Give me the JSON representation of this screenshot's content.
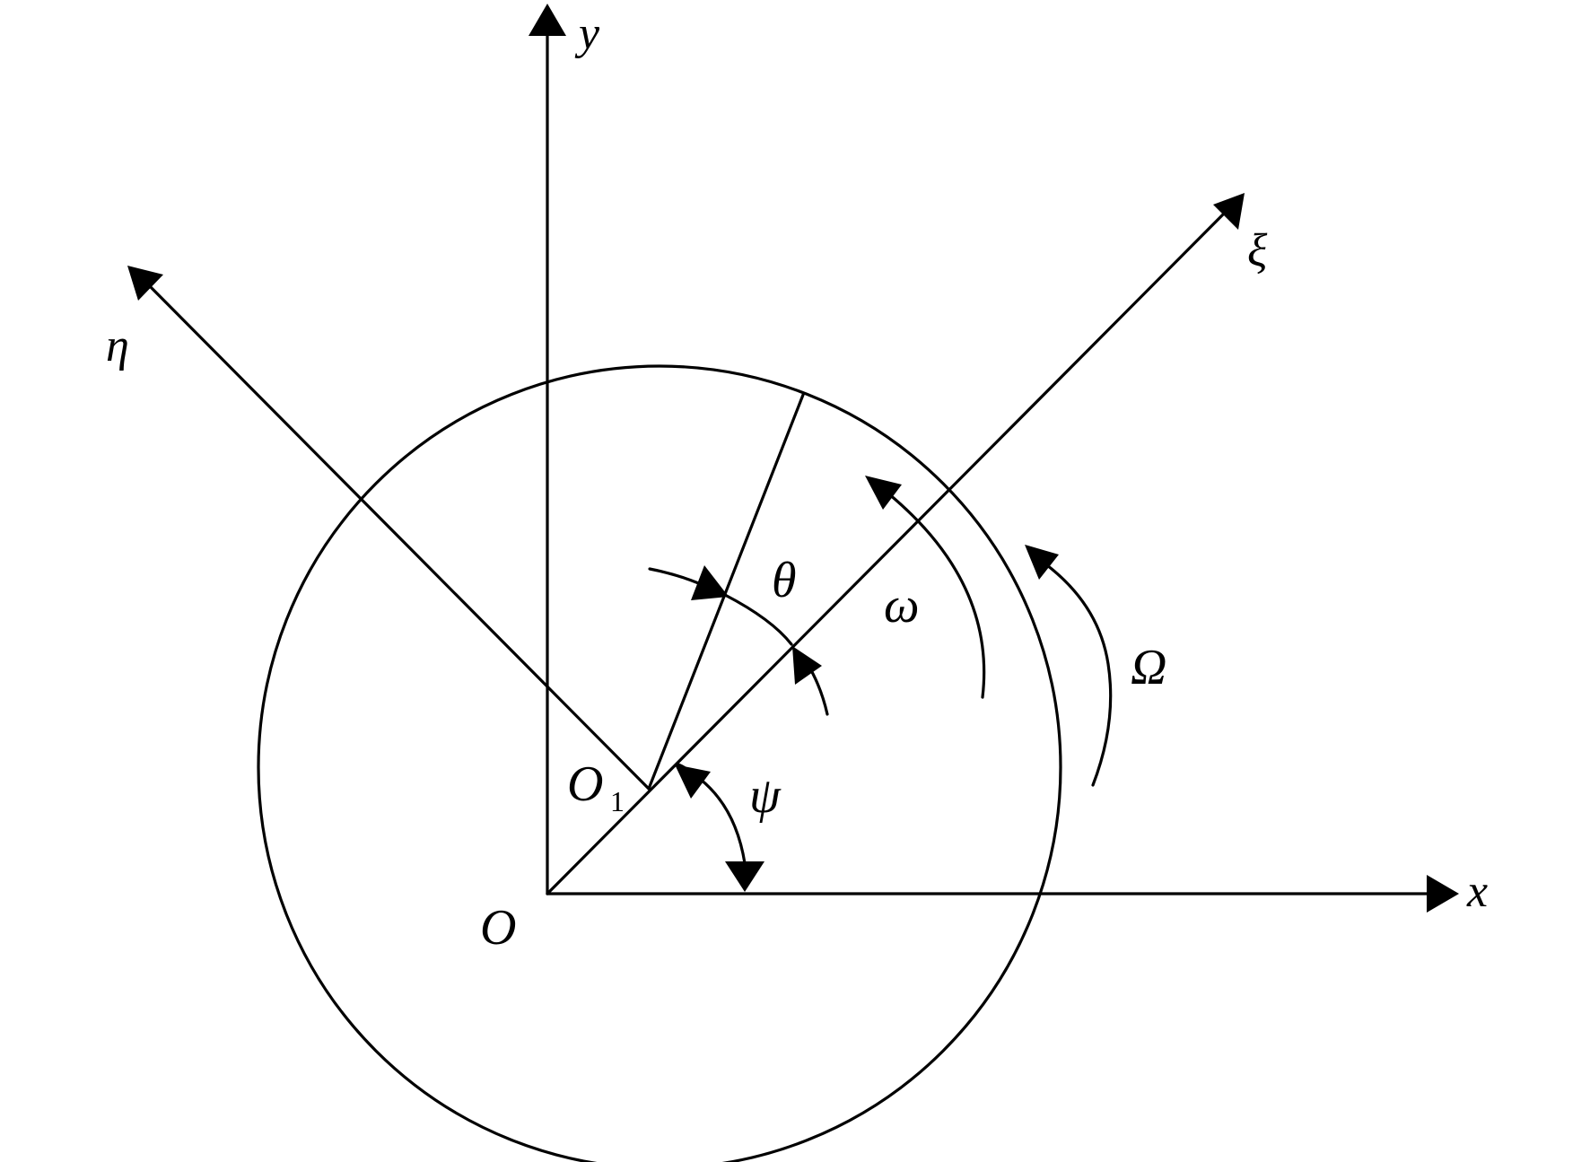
{
  "labels": {
    "y_axis": "y",
    "x_axis": "x",
    "xi_axis": "ξ",
    "eta_axis": "η",
    "origin": "O",
    "center_main": "O",
    "center_sub": "1",
    "theta": "θ",
    "omega": "ω",
    "Omega": "Ω",
    "psi": "ψ"
  },
  "colors": {
    "ink": "#000000",
    "background": "#ffffff"
  }
}
